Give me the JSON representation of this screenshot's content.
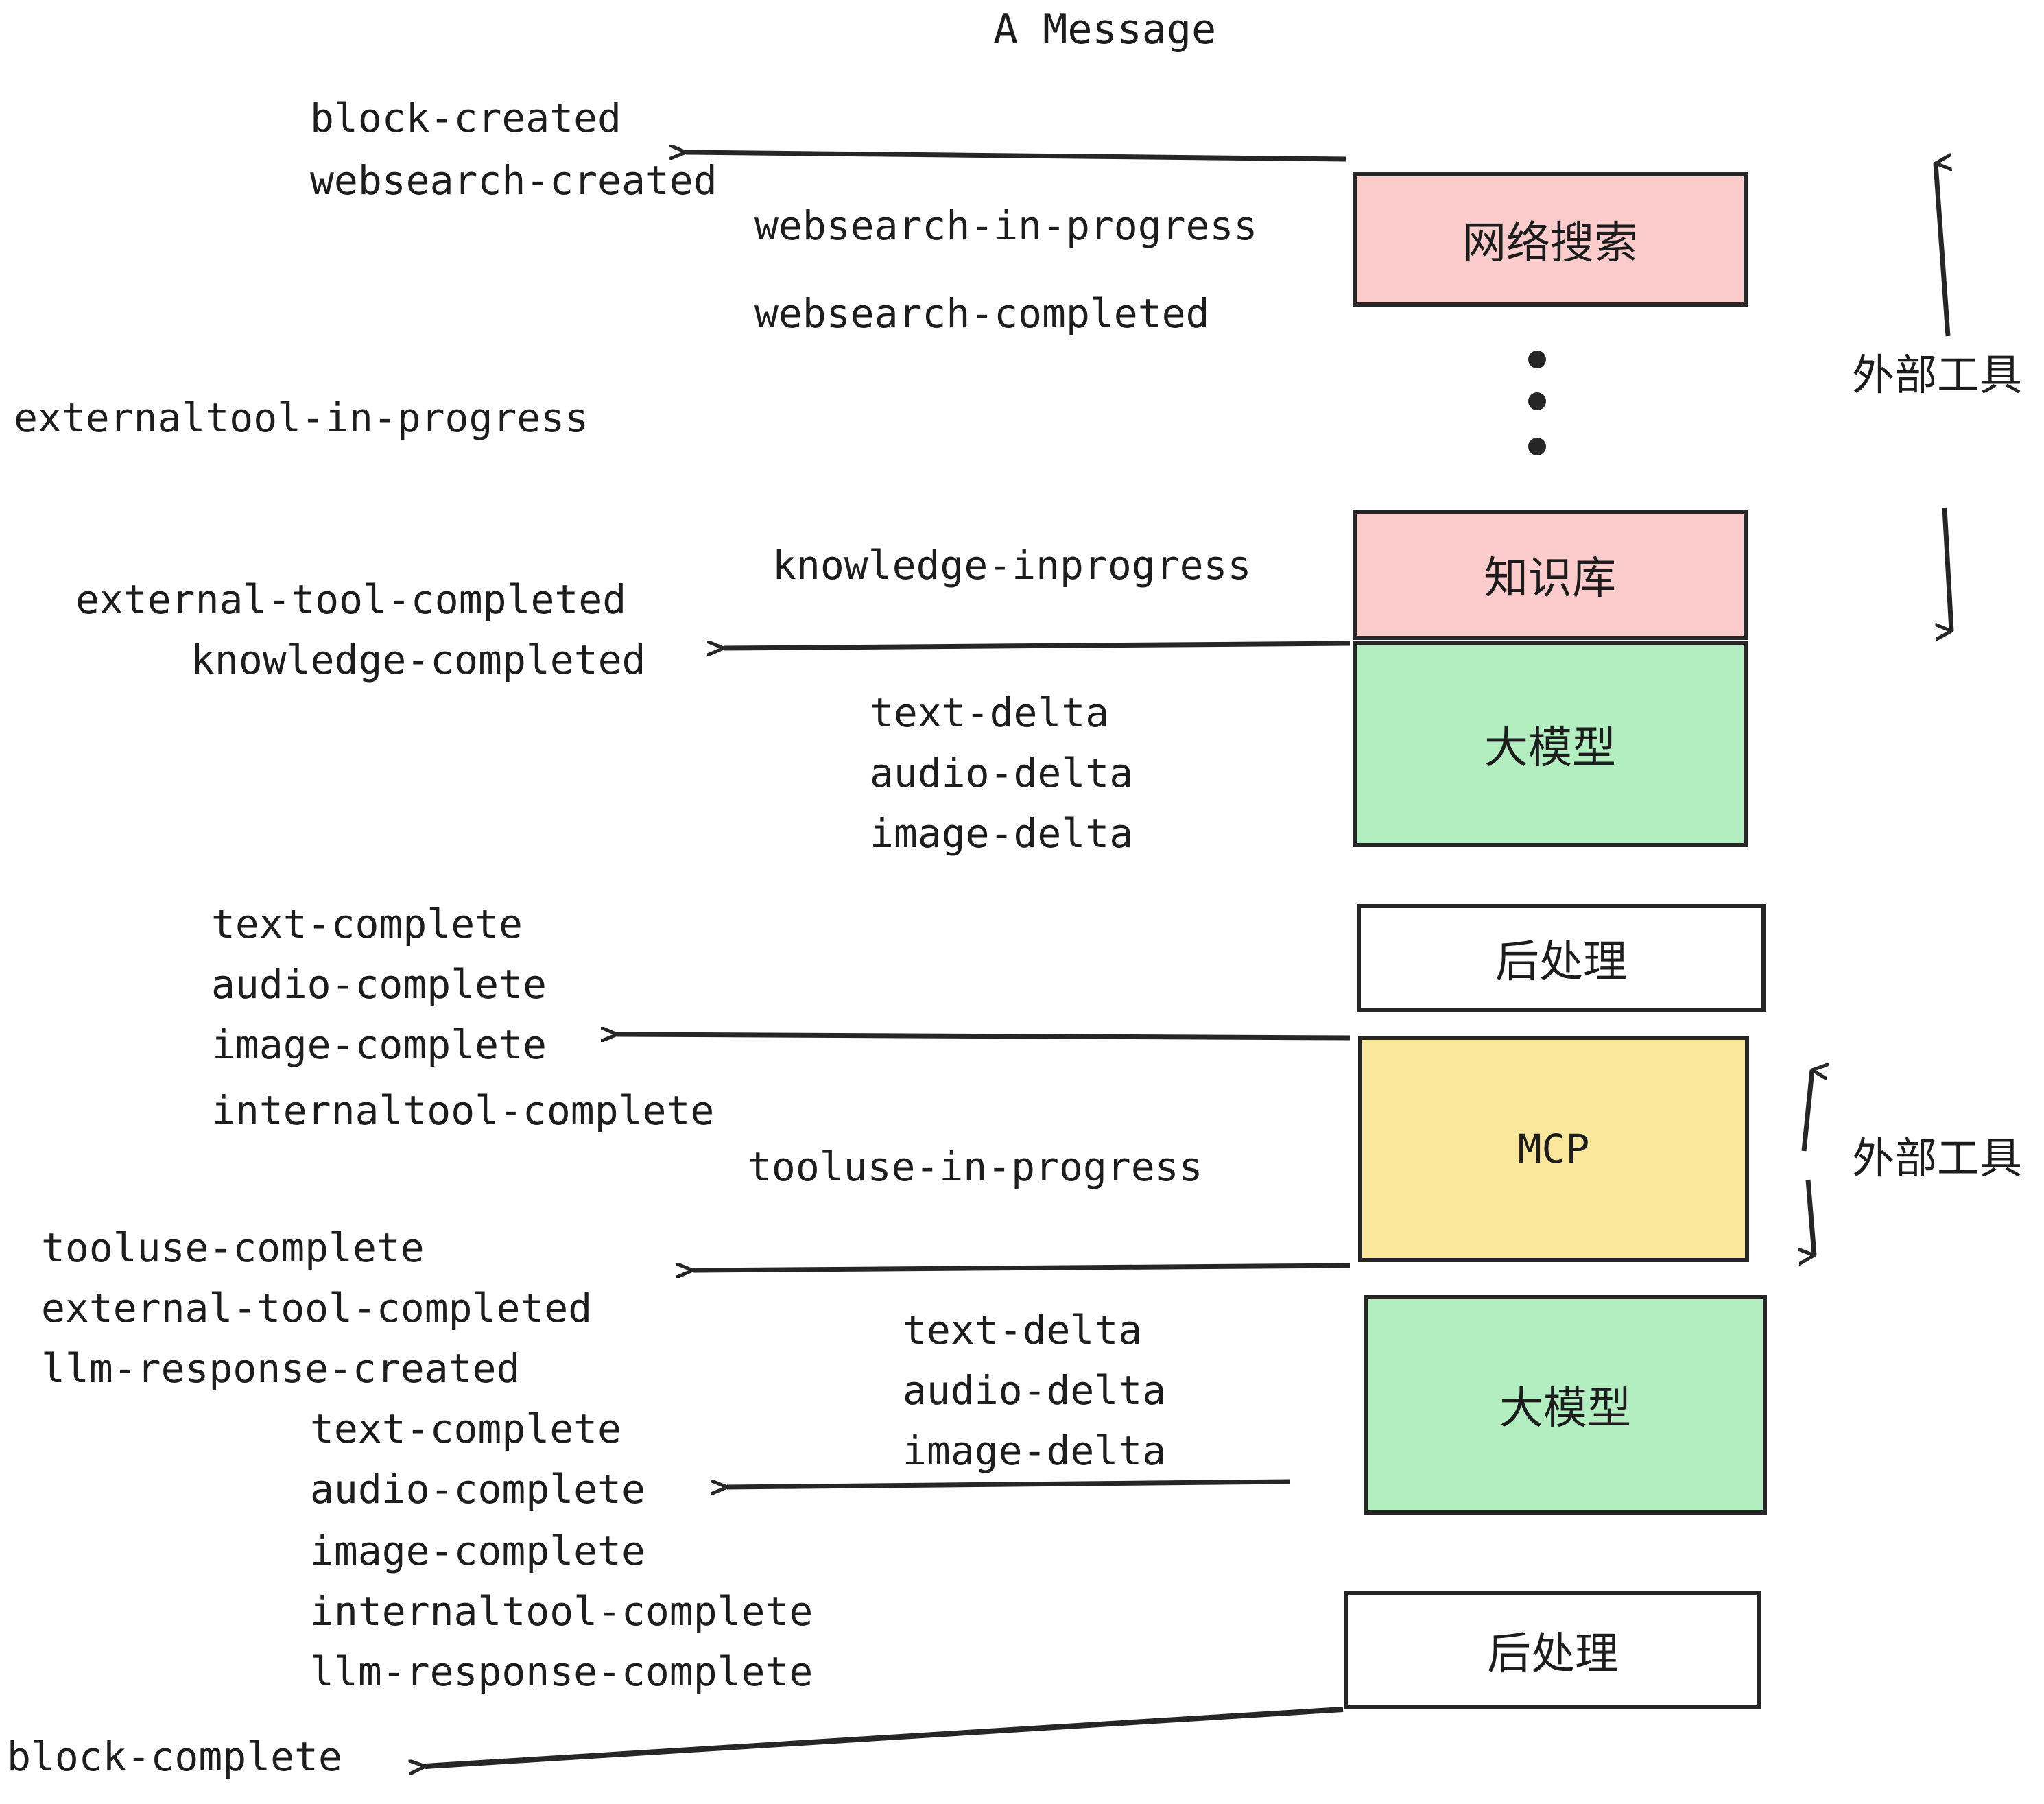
{
  "title": "A Message",
  "colors": {
    "pink": "#fccccc",
    "green": "#b2eec0",
    "yellow": "#fae79c",
    "white": "#ffffff",
    "stroke": "#262626",
    "text": "#1d1d1d"
  },
  "boxes": [
    {
      "label": "网络搜索",
      "fill": "pink"
    },
    {
      "label": "知识库",
      "fill": "pink"
    },
    {
      "label": "大模型",
      "fill": "green"
    },
    {
      "label": "后处理",
      "fill": "white"
    },
    {
      "label": "MCP",
      "fill": "yellow"
    },
    {
      "label": "大模型",
      "fill": "green"
    },
    {
      "label": "后处理",
      "fill": "white"
    }
  ],
  "side_labels": {
    "external_tool_top": "外部工具",
    "external_tool_bottom": "外部工具"
  },
  "events": {
    "block_created": "block-created",
    "websearch_created": "websearch-created",
    "websearch_in_progress": "websearch-in-progress",
    "websearch_completed": "websearch-completed",
    "externaltool_in_progress": "externaltool-in-progress",
    "knowledge_inprogress": "knowledge-inprogress",
    "external_tool_completed_1": "external-tool-completed",
    "knowledge_completed": "knowledge-completed",
    "text_delta_1": "text-delta",
    "audio_delta_1": "audio-delta",
    "image_delta_1": "image-delta",
    "text_complete_1": "text-complete",
    "audio_complete_1": "audio-complete",
    "image_complete_1": "image-complete",
    "internaltool_complete_1": "internaltool-complete",
    "tooluse_in_progress": "tooluse-in-progress",
    "tooluse_complete": "tooluse-complete",
    "external_tool_completed_2": "external-tool-completed",
    "llm_response_created": "llm-response-created",
    "text_delta_2": "text-delta",
    "audio_delta_2": "audio-delta",
    "image_delta_2": "image-delta",
    "text_complete_2": "text-complete",
    "audio_complete_2": "audio-complete",
    "image_complete_2": "image-complete",
    "internaltool_complete_2": "internaltool-complete",
    "llm_response_complete": "llm-response-complete",
    "block_complete": "block-complete"
  }
}
